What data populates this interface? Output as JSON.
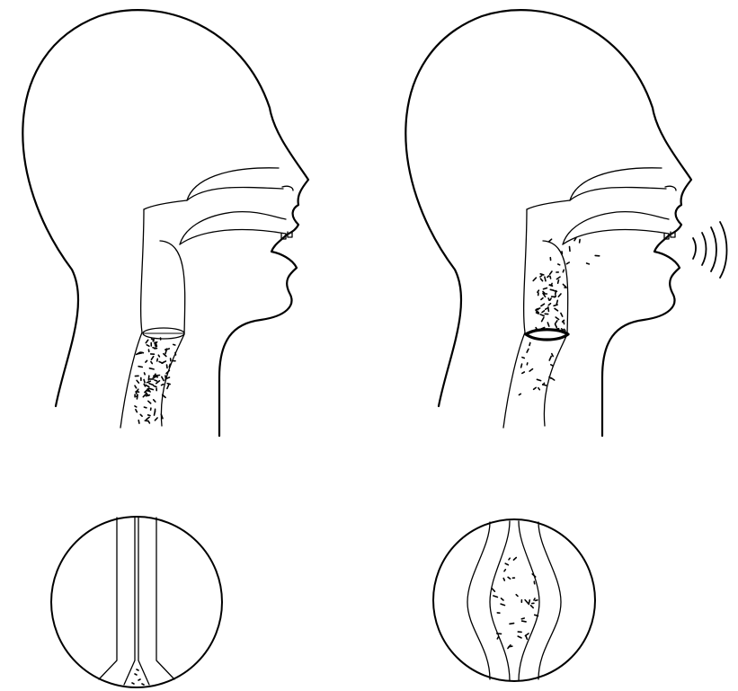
{
  "figure": {
    "background": "#ffffff",
    "line_color": "#000000",
    "panels": [
      {
        "name": "breathing-silent",
        "vocal_folds": "open",
        "airflow": "free",
        "sound_waves": 0
      },
      {
        "name": "voicing",
        "vocal_folds": "closed-vibrating",
        "airflow": "through-vibrating-folds",
        "sound_waves": 4
      }
    ],
    "magnified_views": [
      {
        "name": "glottis-open",
        "shape": "parallel"
      },
      {
        "name": "glottis-vibrating",
        "shape": "bulging"
      }
    ]
  }
}
